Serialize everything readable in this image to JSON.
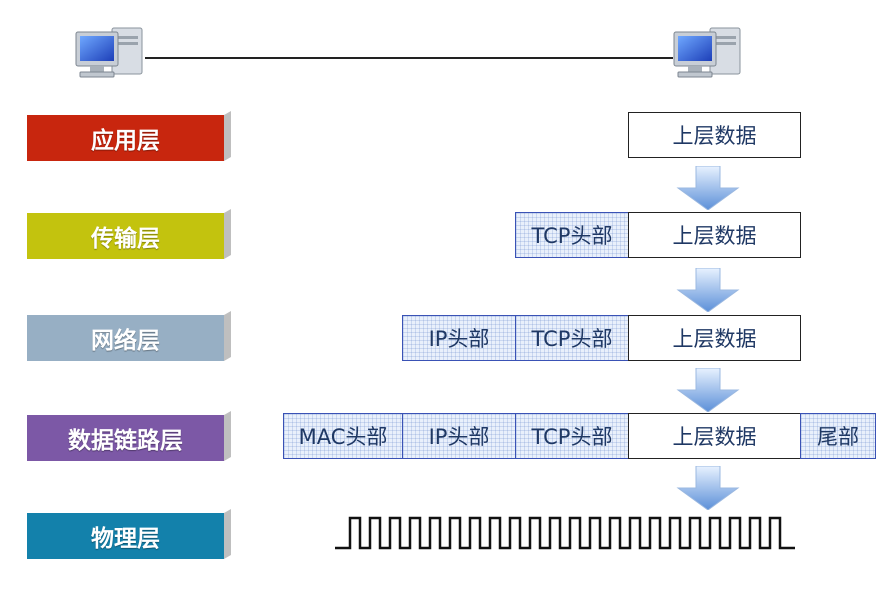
{
  "layers": [
    {
      "label": "应用层",
      "color": "#c8260e"
    },
    {
      "label": "传输层",
      "color": "#c3c30e"
    },
    {
      "label": "网络层",
      "color": "#97afc4"
    },
    {
      "label": "数据链路层",
      "color": "#7c58a6"
    },
    {
      "label": "物理层",
      "color": "#1381ab"
    }
  ],
  "boxes": {
    "data": "上层数据",
    "tcp": "TCP头部",
    "ip": "IP头部",
    "mac": "MAC头部",
    "tail": "尾部"
  }
}
